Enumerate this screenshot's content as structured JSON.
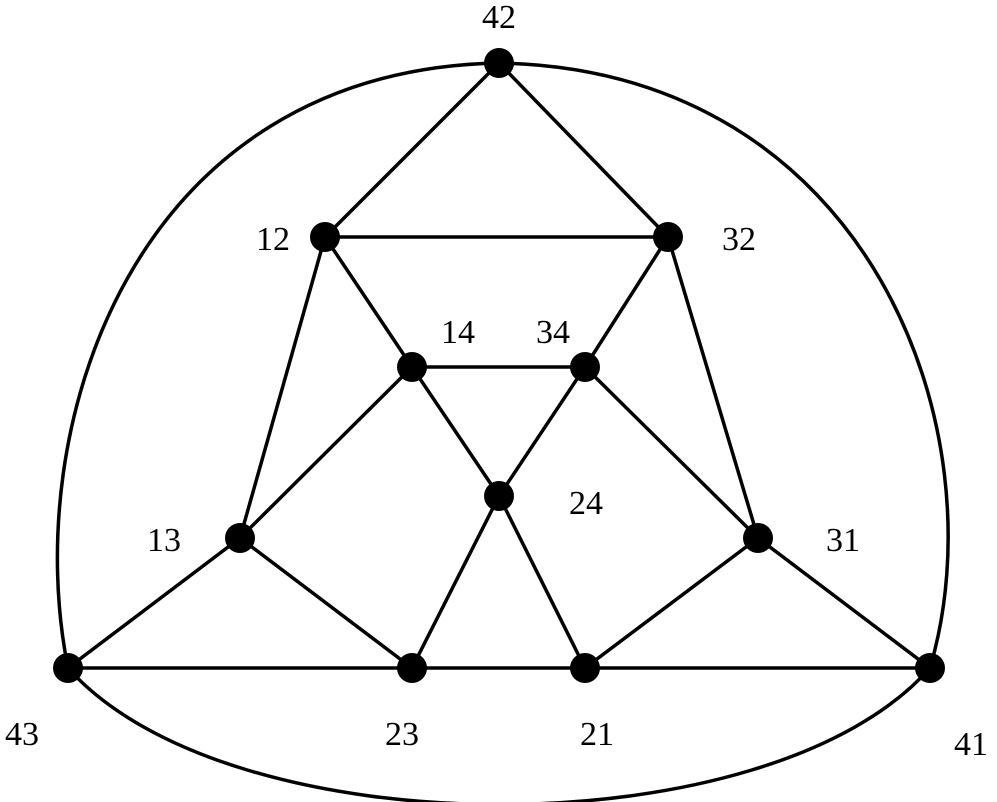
{
  "graph": {
    "vertices": [
      {
        "id": "42",
        "label": "42"
      },
      {
        "id": "12",
        "label": "12"
      },
      {
        "id": "32",
        "label": "32"
      },
      {
        "id": "14",
        "label": "14"
      },
      {
        "id": "34",
        "label": "34"
      },
      {
        "id": "24",
        "label": "24"
      },
      {
        "id": "13",
        "label": "13"
      },
      {
        "id": "31",
        "label": "31"
      },
      {
        "id": "43",
        "label": "43"
      },
      {
        "id": "23",
        "label": "23"
      },
      {
        "id": "21",
        "label": "21"
      },
      {
        "id": "41",
        "label": "41"
      }
    ],
    "edges": [
      [
        "42",
        "12"
      ],
      [
        "42",
        "32"
      ],
      [
        "12",
        "32"
      ],
      [
        "12",
        "14"
      ],
      [
        "12",
        "13"
      ],
      [
        "32",
        "34"
      ],
      [
        "32",
        "31"
      ],
      [
        "14",
        "34"
      ],
      [
        "14",
        "24"
      ],
      [
        "14",
        "13"
      ],
      [
        "34",
        "24"
      ],
      [
        "34",
        "31"
      ],
      [
        "24",
        "23"
      ],
      [
        "24",
        "21"
      ],
      [
        "13",
        "43"
      ],
      [
        "13",
        "23"
      ],
      [
        "31",
        "21"
      ],
      [
        "31",
        "41"
      ],
      [
        "43",
        "23"
      ],
      [
        "23",
        "21"
      ],
      [
        "21",
        "41"
      ],
      [
        "43",
        "42"
      ],
      [
        "42",
        "41"
      ],
      [
        "43",
        "41"
      ]
    ],
    "colors": {
      "line": "#000000",
      "vertex": "#000000",
      "background": "#ffffff"
    }
  }
}
